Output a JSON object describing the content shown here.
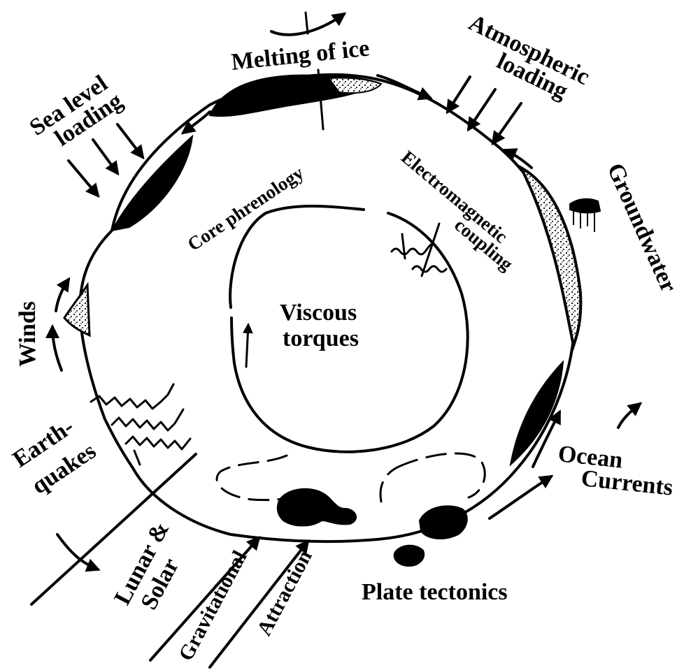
{
  "labels": {
    "melting_of_ice": "Melting of ice",
    "atmospheric_line1": "Atmospheric",
    "atmospheric_line2": "loading",
    "sea_level_line1": "Sea level",
    "sea_level_line2": "loading",
    "groundwater": "Groundwater",
    "core_phrenology": "Core phrenology",
    "electromagnetic_line1": "Electromagnetic",
    "electromagnetic_line2": "coupling",
    "viscous_line1": "Viscous",
    "viscous_line2": "torques",
    "winds": "Winds",
    "earthquakes_line1": "Earth-",
    "earthquakes_line2": "quakes",
    "ocean_line1": "Ocean",
    "ocean_line2": "Currents",
    "lunar_line1": "Lunar &",
    "lunar_line2": "Solar",
    "gravitational": "Gravitational",
    "attraction": "Attraction",
    "plate_tectonics": "Plate tectonics"
  }
}
